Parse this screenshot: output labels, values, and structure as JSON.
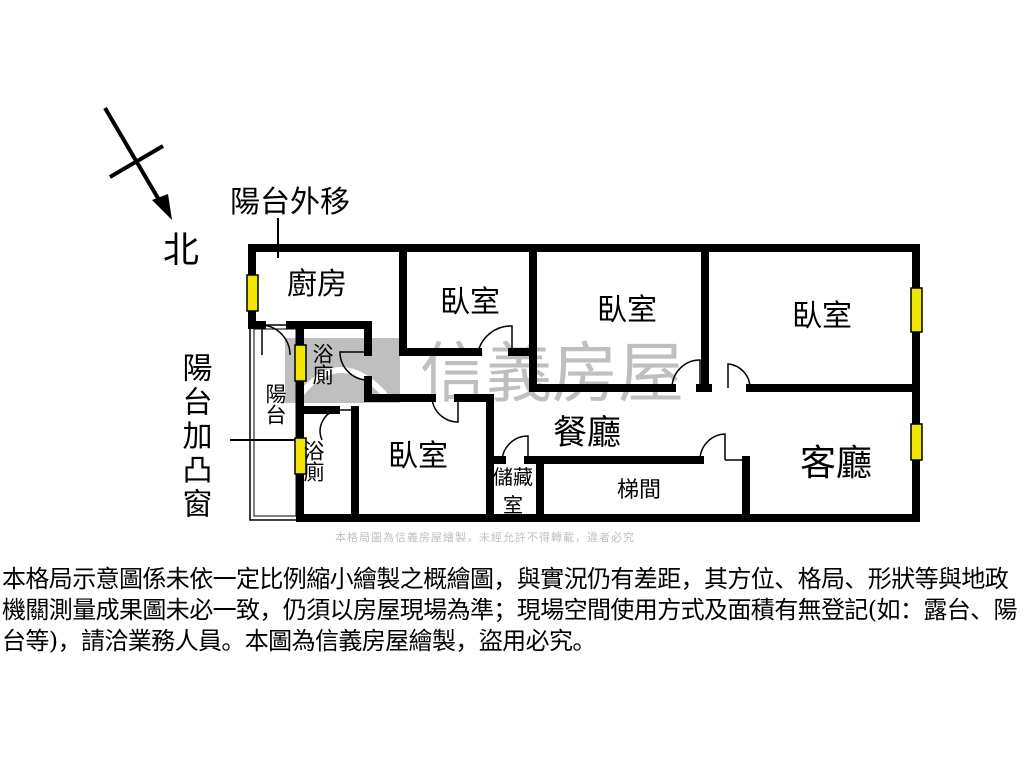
{
  "compass": {
    "label": "北"
  },
  "annotations": {
    "balcony_moved_out": "陽台外移",
    "balcony_plus_bay_window": "陽台加凸窗"
  },
  "rooms": {
    "kitchen": "廚房",
    "bedroom_1": "臥室",
    "bedroom_2": "臥室",
    "bedroom_3": "臥室",
    "bedroom_4": "臥室",
    "bathroom_1": "浴廁",
    "bathroom_2": "浴廁",
    "balcony": "陽台",
    "dining": "餐廳",
    "living": "客廳",
    "storage": "儲藏室",
    "stairwell": "梯間"
  },
  "watermark": {
    "brand": "信義房屋",
    "notice": "本格局圖為信義房屋繪製，未經允許不得轉載，違者必究"
  },
  "disclaimer": "本格局示意圖係未依一定比例縮小繪製之概繪圖，與實況仍有差距，其方位、格局、形狀等與地政機關測量成果圖未必一致，仍須以房屋現場為準；現場空間使用方式及面積有無登記(如：露台、陽台等)，請洽業務人員。本圖為信義房屋繪製，盜用必究。",
  "colors": {
    "wall": "#000000",
    "window": "#f2e600",
    "watermark": "#999999"
  }
}
